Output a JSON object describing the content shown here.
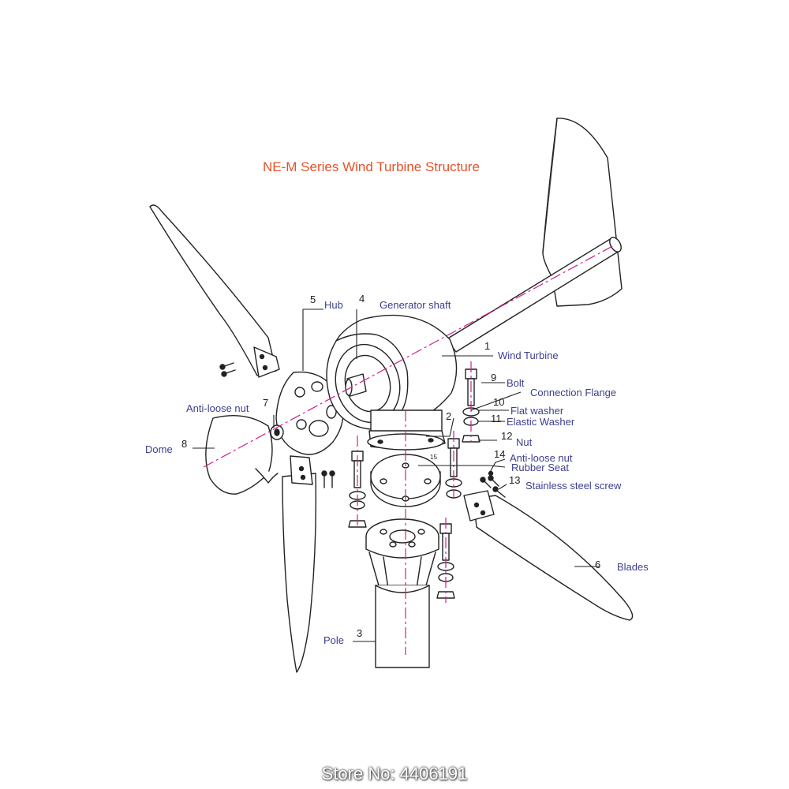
{
  "title": "NE-M Series Wind Turbine Structure",
  "store_label": "Store No: 4406191",
  "colors": {
    "title": "#e2532a",
    "label": "#3c3f8c",
    "axis": "#d0208a",
    "line": "#222222"
  },
  "parts": [
    {
      "key": "wind_turbine",
      "number": "1",
      "label": "Wind Turbine"
    },
    {
      "key": "connection_flange",
      "number": "2",
      "label": "Connection Flange"
    },
    {
      "key": "pole",
      "number": "3",
      "label": "Pole"
    },
    {
      "key": "generator_shaft",
      "number": "4",
      "label": "Generator shaft"
    },
    {
      "key": "hub",
      "number": "5",
      "label": "Hub"
    },
    {
      "key": "blades",
      "number": "6",
      "label": "Blades"
    },
    {
      "key": "anti_loose_nut_front",
      "number": "7",
      "label": "Anti-loose nut"
    },
    {
      "key": "dome",
      "number": "8",
      "label": "Dome"
    },
    {
      "key": "bolt",
      "number": "9",
      "label": "Bolt"
    },
    {
      "key": "flat_washer",
      "number": "10",
      "label": "Flat washer"
    },
    {
      "key": "elastic_washer",
      "number": "11",
      "label": "Elastic Washer"
    },
    {
      "key": "nut",
      "number": "12",
      "label": "Nut"
    },
    {
      "key": "stainless_steel_screw",
      "number": "13",
      "label": "Stainless steel screw"
    },
    {
      "key": "anti_loose_nut",
      "number": "14",
      "label": "Anti-loose nut"
    },
    {
      "key": "rubber_seat",
      "number": "15",
      "label": "Rubber Seat"
    }
  ]
}
